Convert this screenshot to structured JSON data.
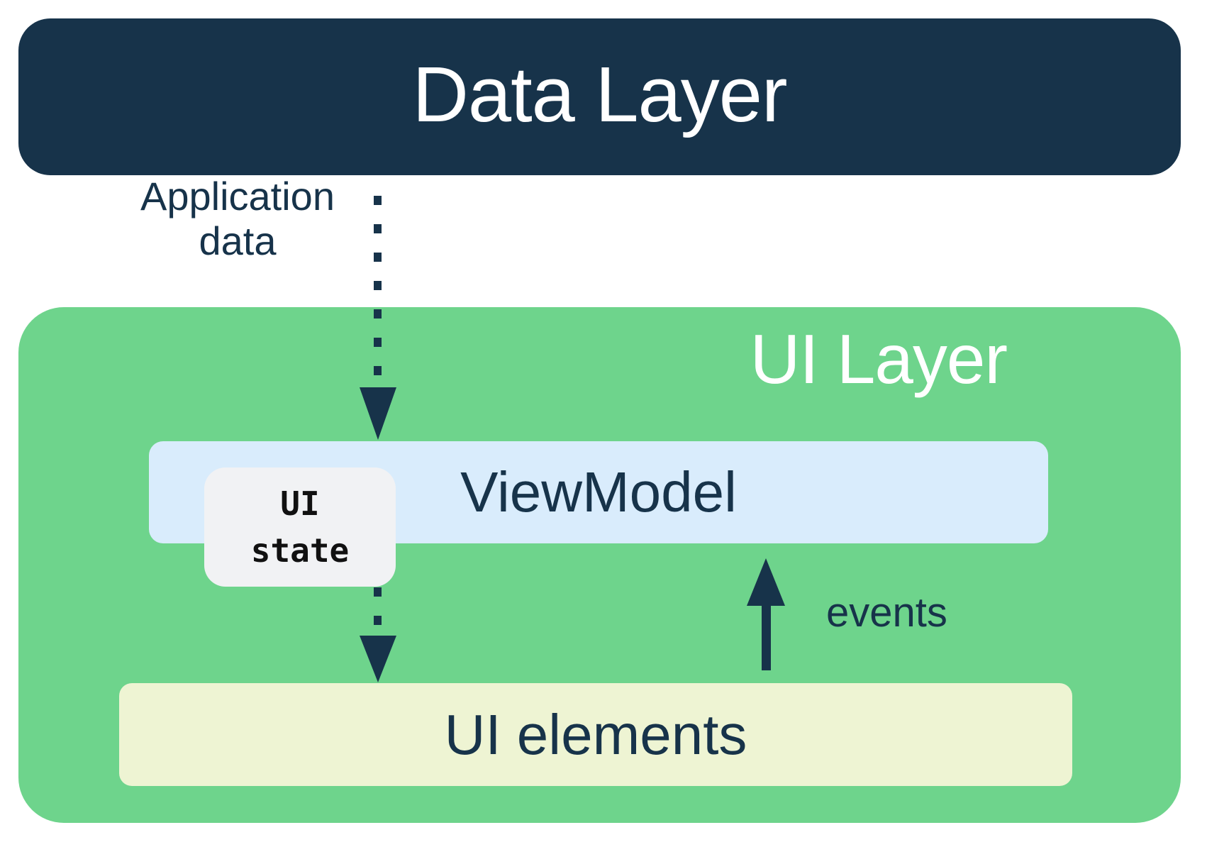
{
  "data_layer": {
    "label": "Data Layer"
  },
  "ui_layer": {
    "label": "UI Layer",
    "viewmodel": {
      "label": "ViewModel"
    },
    "ui_state_badge": {
      "label": "UI\nstate"
    },
    "ui_elements": {
      "label": "UI elements"
    }
  },
  "arrows": {
    "application_data": {
      "label": "Application\ndata",
      "style": "dotted",
      "direction": "down",
      "from": "Data Layer",
      "to": "ViewModel"
    },
    "ui_state_flow": {
      "style": "dotted",
      "direction": "down",
      "from": "ViewModel",
      "to": "UI elements"
    },
    "events": {
      "label": "events",
      "style": "solid",
      "direction": "up",
      "from": "UI elements",
      "to": "ViewModel"
    }
  },
  "colors": {
    "navy": "#17334A",
    "green": "#6ED48C",
    "light_blue": "#D9ECFC",
    "cream": "#EEF4D3",
    "badge_gray": "#F1F2F4",
    "badge_text": "#111111",
    "white": "#FFFFFF"
  }
}
